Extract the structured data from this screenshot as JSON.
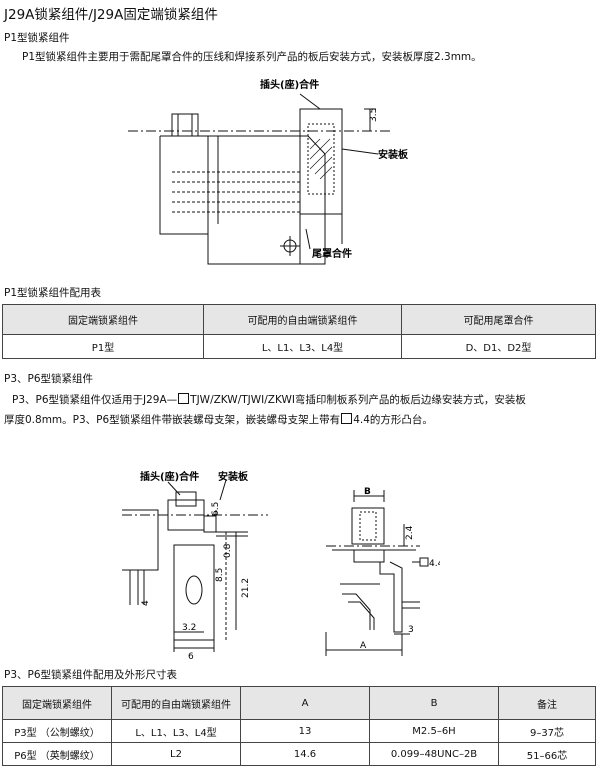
{
  "title": "J29A锁紧组件/J29A固定端锁紧组件",
  "p1": {
    "heading": "P1型锁紧组件",
    "desc": "P1型锁紧组件主要用于需配尾罩合件的压线和焊接系列产品的板后安装方式，安装板厚度2.3mm。",
    "figure": {
      "label_plug": "插头(座)合件",
      "label_board": "安装板",
      "label_tail": "尾罩合件",
      "dim": "3.5"
    },
    "table_heading": "P1型锁紧组件配用表",
    "table": {
      "headers": [
        "固定端锁紧组件",
        "可配用的自由端锁紧组件",
        "可配用尾罩合件"
      ],
      "rows": [
        [
          "P1型",
          "L、L1、L3、L4型",
          "D、D1、D2型"
        ]
      ]
    }
  },
  "p3": {
    "heading": "P3、P6型锁紧组件",
    "desc_line1_a": "P3、P6型锁紧组件仅适用于J29A—",
    "desc_line1_b": "TJW/ZKW/TJWⅠ/ZKWⅠ弯插印制板系列产品的板后边缘安装方式，安装板",
    "desc_line2_a": "厚度0.8mm。P3、P6型锁紧组件带嵌装螺母支架，嵌装螺母支架上带有",
    "desc_line2_b": "4.4的方形凸台。",
    "figure": {
      "label_plug": "插头(座)合件",
      "label_board": "安装板",
      "dims": [
        "6.5",
        "0.8",
        "21.2",
        "8.5",
        "4",
        "3.2",
        "6",
        "B",
        "2.4",
        "4.4",
        "A",
        "3"
      ]
    },
    "table_heading": "P3、P6型锁紧组件配用及外形尺寸表",
    "table": {
      "headers": [
        "固定端锁紧组件",
        "可配用的自由端锁紧组件",
        "A",
        "B",
        "备注"
      ],
      "rows": [
        [
          "P3型 （公制螺纹）",
          "L、L1、L3、L4型",
          "13",
          "M2.5–6H",
          "9–37芯"
        ],
        [
          "P6型 （英制螺纹）",
          "L2",
          "14.6",
          "0.099–48UNC–2B",
          "51–66芯"
        ]
      ]
    }
  }
}
